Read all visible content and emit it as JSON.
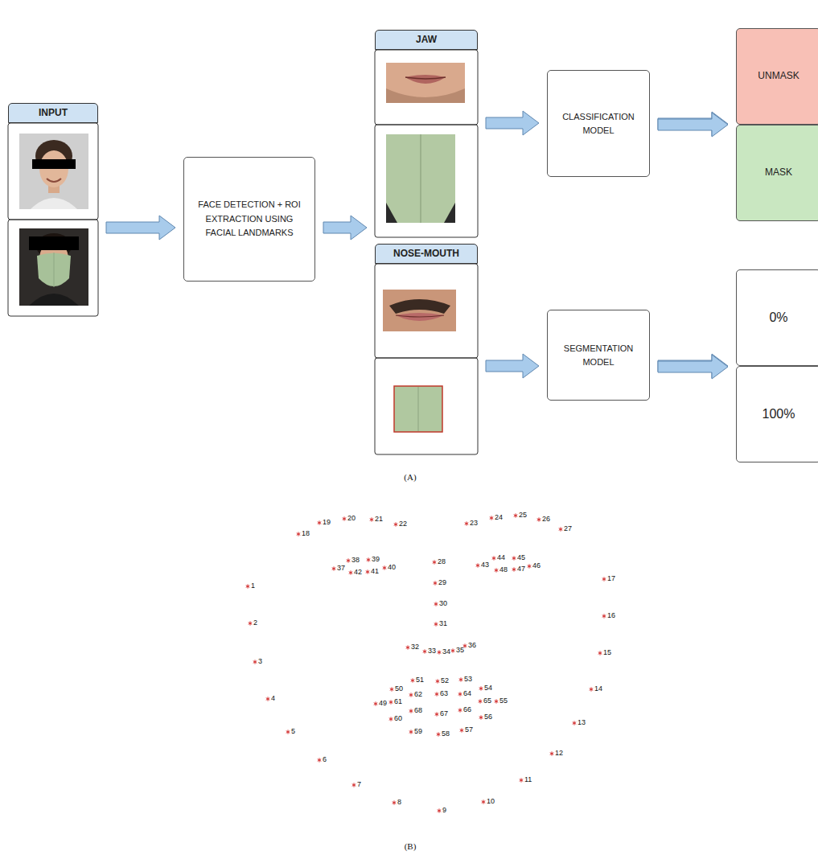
{
  "diagram": {
    "nodes": [
      {
        "text": [
          "INPUT"
        ]
      },
      {
        "text": [
          "FACE DETECTION + ROI EXTRACTION USING FACIAL LANDMARKS"
        ]
      },
      {
        "text": [
          "JAW"
        ]
      },
      {
        "text": [
          "NOSE-MOUTH"
        ]
      },
      {
        "text": [
          "CLASSIFICATION MODEL"
        ]
      },
      {
        "text": [
          "SEGMENTATION MODEL"
        ]
      },
      {
        "text": [
          "UNMASK"
        ]
      },
      {
        "text": [
          "MASK"
        ]
      },
      {
        "text": [
          "0%"
        ]
      },
      {
        "text": [
          "100%"
        ]
      }
    ],
    "edges": [
      {
        "from": 0,
        "to": 1,
        "arrow": "to"
      },
      {
        "from": 1,
        "to": 2,
        "arrow": "to"
      },
      {
        "from": 2,
        "to": 4,
        "arrow": "to"
      },
      {
        "from": 3,
        "to": 5,
        "arrow": "to"
      },
      {
        "from": 4,
        "to": 6,
        "arrow": "to"
      },
      {
        "from": 4,
        "to": 7,
        "arrow": "to"
      },
      {
        "from": 5,
        "to": 8,
        "arrow": "to"
      },
      {
        "from": 5,
        "to": 9,
        "arrow": "to"
      }
    ],
    "labels": [
      "(A)",
      "1",
      "2",
      "3",
      "4",
      "5",
      "6",
      "7",
      "8",
      "9",
      "10",
      "11",
      "12",
      "13",
      "14",
      "15",
      "16",
      "17",
      "18",
      "19",
      "20",
      "21",
      "22",
      "23",
      "24",
      "25",
      "26",
      "27",
      "28",
      "29",
      "30",
      "31",
      "32",
      "33",
      "34",
      "35",
      "36",
      "37",
      "38",
      "39",
      "40",
      "41",
      "42",
      "43",
      "44",
      "45",
      "46",
      "47",
      "48",
      "49",
      "50",
      "51",
      "52",
      "53",
      "54",
      "55",
      "56",
      "57",
      "58",
      "59",
      "60",
      "61",
      "62",
      "63",
      "64",
      "65",
      "66",
      "67",
      "68",
      "(B)"
    ]
  }
}
